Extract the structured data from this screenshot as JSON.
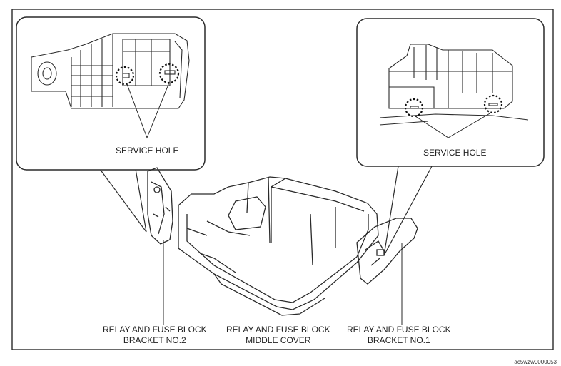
{
  "figure_code": "ac5wzw0000053",
  "callouts": {
    "left_service_hole": "SERVICE HOLE",
    "right_service_hole": "SERVICE HOLE"
  },
  "labels": {
    "bracket_no2": [
      "RELAY AND FUSE BLOCK",
      "BRACKET NO.2"
    ],
    "middle_cover": [
      "RELAY AND FUSE BLOCK",
      "MIDDLE COVER"
    ],
    "bracket_no1": [
      "RELAY AND FUSE BLOCK",
      "BRACKET NO.1"
    ]
  },
  "colors": {
    "line": "#2a2a2a",
    "background": "#ffffff"
  }
}
